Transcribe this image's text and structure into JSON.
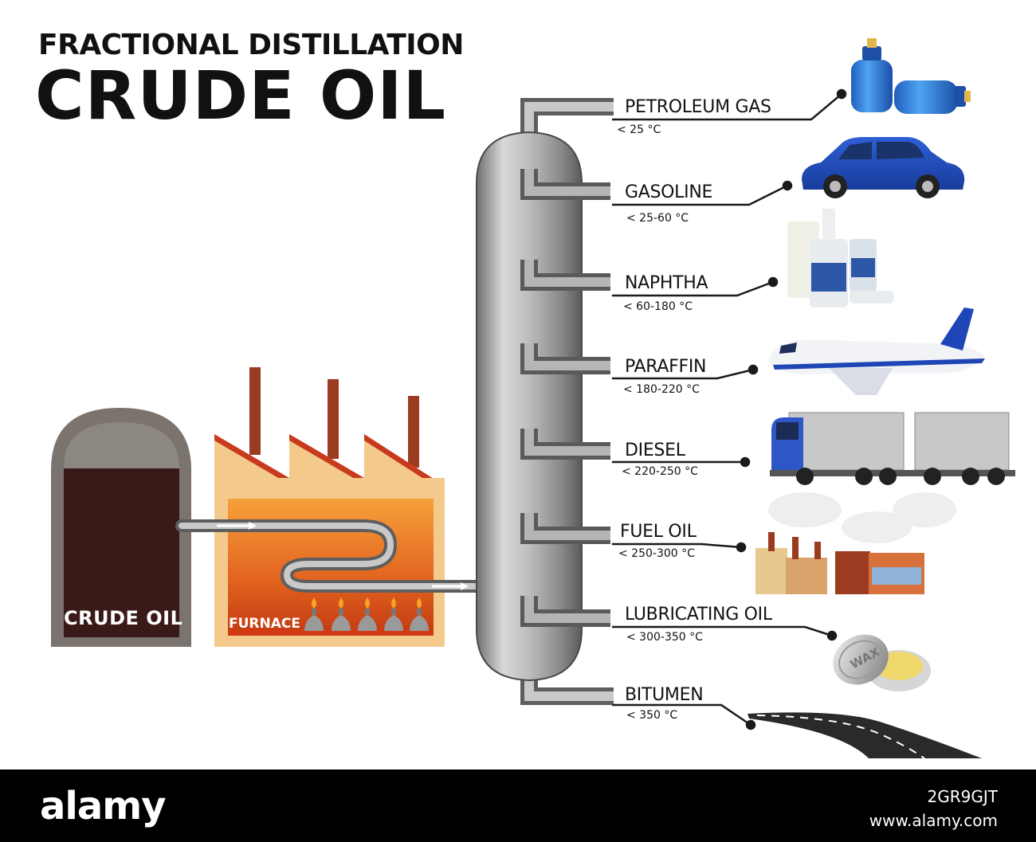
{
  "title": {
    "subtitle": "FRACTIONAL DISTILLATION",
    "main": "CRUDE OIL"
  },
  "tank": {
    "label": "CRUDE OIL"
  },
  "furnace": {
    "label": "FURNACE"
  },
  "fractions": [
    {
      "name": "PETROLEUM GAS",
      "temp": "< 25 °C",
      "icon": "gas-cylinder-icon"
    },
    {
      "name": "GASOLINE",
      "temp": "< 25-60 °C",
      "icon": "car-icon"
    },
    {
      "name": "NAPHTHA",
      "temp": "< 60-180 °C",
      "icon": "bottles-icon"
    },
    {
      "name": "PARAFFIN",
      "temp": "< 180-220 °C",
      "icon": "airplane-icon"
    },
    {
      "name": "DIESEL",
      "temp": "< 220-250 °C",
      "icon": "truck-icon"
    },
    {
      "name": "FUEL OIL",
      "temp": "< 250-300 °C",
      "icon": "factory-icon"
    },
    {
      "name": "LUBRICATING OIL",
      "temp": "< 300-350 °C",
      "icon": "wax-tin-icon"
    },
    {
      "name": "BITUMEN",
      "temp": "< 350 °C",
      "icon": "road-icon"
    }
  ],
  "wax_tin": {
    "lid_text": "WAX"
  },
  "footer": {
    "logo": "alamy",
    "image_id": "2GR9GJT",
    "url": "www.alamy.com"
  },
  "colors": {
    "column": "#9a9a9a",
    "tank_oil": "#3a1a18",
    "furnace_bg": "#f4c98c",
    "furnace_fire": "#e25f1c",
    "chimney": "#9b3b20",
    "footer_bg": "#000000"
  }
}
